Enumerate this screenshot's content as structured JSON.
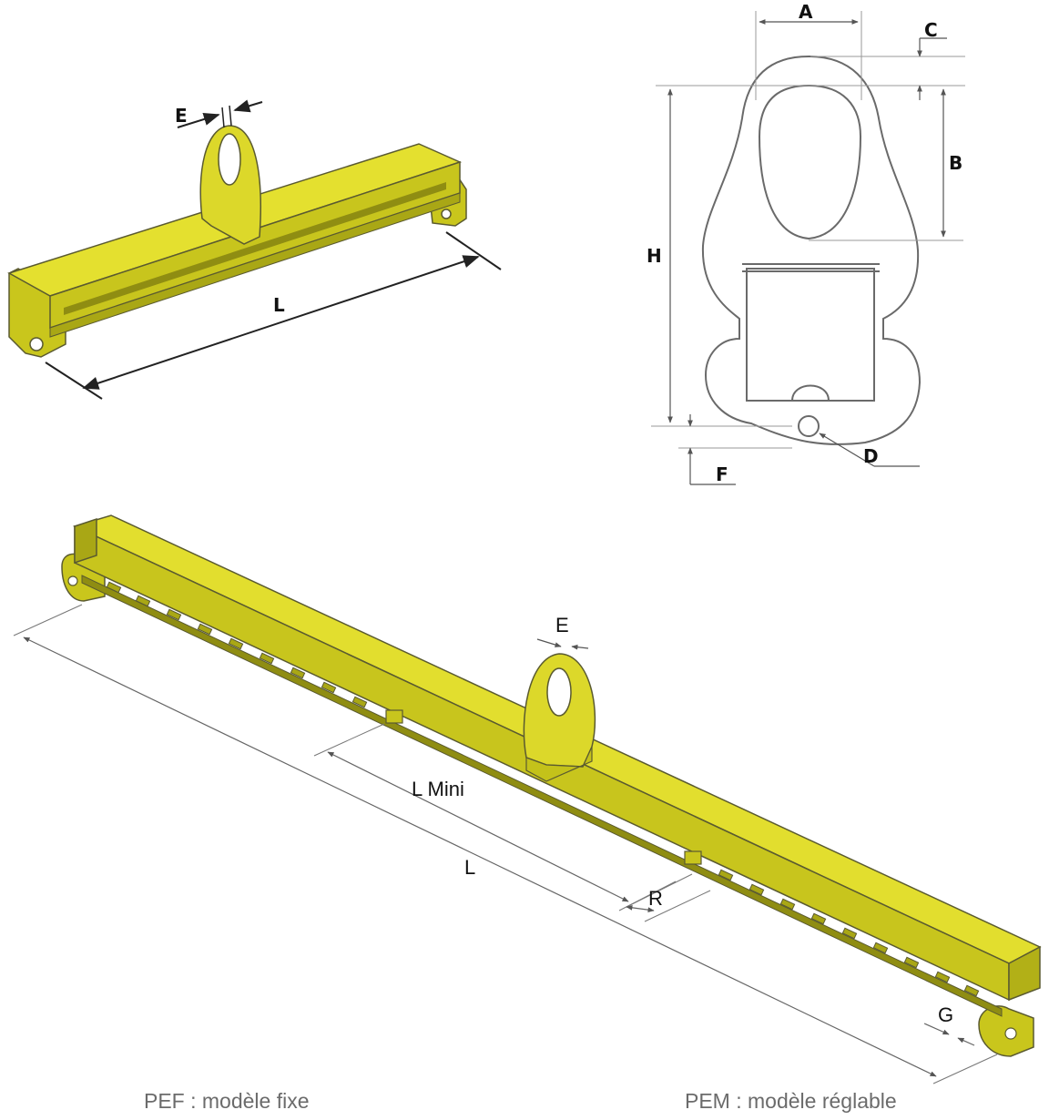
{
  "colors": {
    "beam_top": "#e2de2e",
    "beam_side": "#c4c21a",
    "beam_dark": "#8e8d10",
    "outline": "#4a4a3a",
    "line": "#222222",
    "caption": "#6b6b6b"
  },
  "fixed_beam": {
    "label_E": "E",
    "label_L": "L"
  },
  "eye_drawing": {
    "label_A": "A",
    "label_B": "B",
    "label_C": "C",
    "label_D": "D",
    "label_F": "F",
    "label_H": "H"
  },
  "adjustable_beam": {
    "label_E": "E",
    "label_L_mini": "L Mini",
    "label_L": "L",
    "label_R": "R",
    "label_G": "G"
  },
  "captions": {
    "fixed": "PEF : modèle fixe",
    "adjustable": "PEM : modèle réglable"
  }
}
